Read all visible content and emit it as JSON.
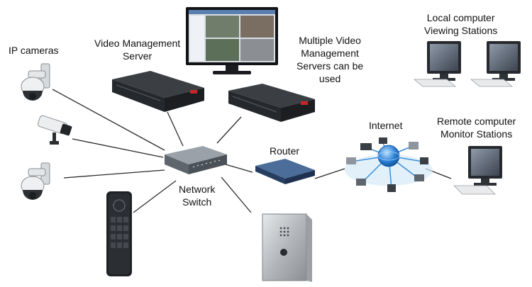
{
  "labels": {
    "ip_cameras": "IP cameras",
    "vms": [
      "Video Management",
      "Server"
    ],
    "multi_vms": [
      "Multiple Video",
      "Management",
      "Servers can be",
      "used"
    ],
    "local_stations": [
      "Local computer",
      "Viewing Stations"
    ],
    "remote_stations": [
      "Remote computer",
      "Monitor Stations"
    ],
    "internet": "Internet",
    "router": "Router",
    "switch": [
      "Network",
      "Switch"
    ]
  },
  "colors": {
    "connector": "#2b2b2b",
    "server": "#2a2d31",
    "router": "#2f4e78",
    "globe": "#2a7fd4",
    "intercom": "#b8bcc0"
  }
}
